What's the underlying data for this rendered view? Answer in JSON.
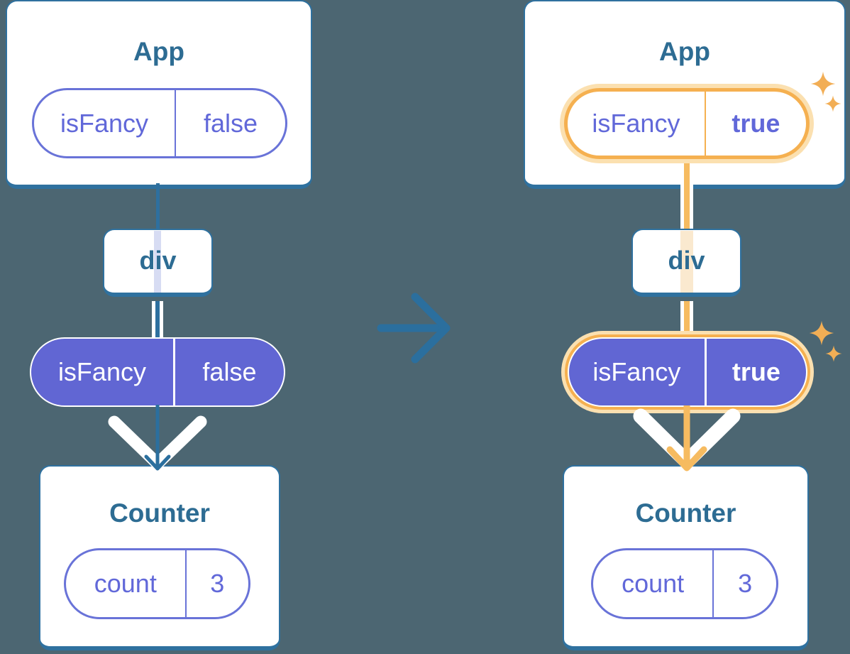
{
  "colors": {
    "background": "#4C6672",
    "card_bg": "#FFFFFF",
    "card_border": "#2F719F",
    "title_text": "#2D6C93",
    "pill_purple_fill": "#6166D3",
    "pill_purple_border": "#6973D8",
    "pill_purple_text": "#6168D9",
    "blue_line": "#2E709F",
    "arrow_blue": "#2B6F9E",
    "lavender_stripe": "#D7DCF3",
    "cream_stripe": "#FAE9CF",
    "orange_ring": "#F5B050",
    "orange_glow": "#FBE0B0",
    "orange_line": "#F6BB60",
    "sparkle_orange": "#F2AE55",
    "white": "#FFFFFF"
  },
  "left_diagram": {
    "app_card": {
      "title": "App",
      "prop_pill": {
        "name": "isFancy",
        "value": "false"
      }
    },
    "div_card": {
      "label": "div"
    },
    "passed_prop_pill": {
      "name": "isFancy",
      "value": "false"
    },
    "counter_card": {
      "title": "Counter",
      "state_pill": {
        "name": "count",
        "value": "3"
      }
    }
  },
  "right_diagram": {
    "app_card": {
      "title": "App",
      "prop_pill": {
        "name": "isFancy",
        "value": "true"
      }
    },
    "div_card": {
      "label": "div"
    },
    "passed_prop_pill": {
      "name": "isFancy",
      "value": "true"
    },
    "counter_card": {
      "title": "Counter",
      "state_pill": {
        "name": "count",
        "value": "3"
      }
    }
  }
}
